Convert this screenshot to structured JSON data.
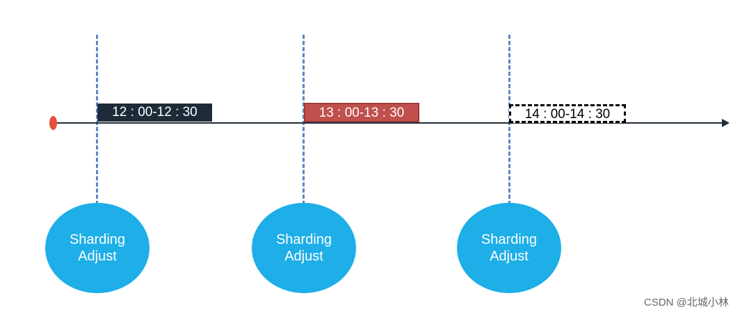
{
  "slots": [
    {
      "label": "12 : 00-12 : 30",
      "style": "filled-dark",
      "color": "#1f2a38"
    },
    {
      "label": "13 : 00-13 : 30",
      "style": "filled-red",
      "color": "#c0504d"
    },
    {
      "label": "14 : 00-14 : 30",
      "style": "dashed-outline",
      "color": "#000000"
    }
  ],
  "circles": [
    {
      "line1": "Sharding",
      "line2": "Adjust"
    },
    {
      "line1": "Sharding",
      "line2": "Adjust"
    },
    {
      "line1": "Sharding",
      "line2": "Adjust"
    }
  ],
  "colors": {
    "timeline": "#1f2a38",
    "start_dot": "#e84e3c",
    "dashed_line": "#5b86c4",
    "circle_fill": "#1eaee8"
  },
  "watermark": "CSDN @北城小林"
}
